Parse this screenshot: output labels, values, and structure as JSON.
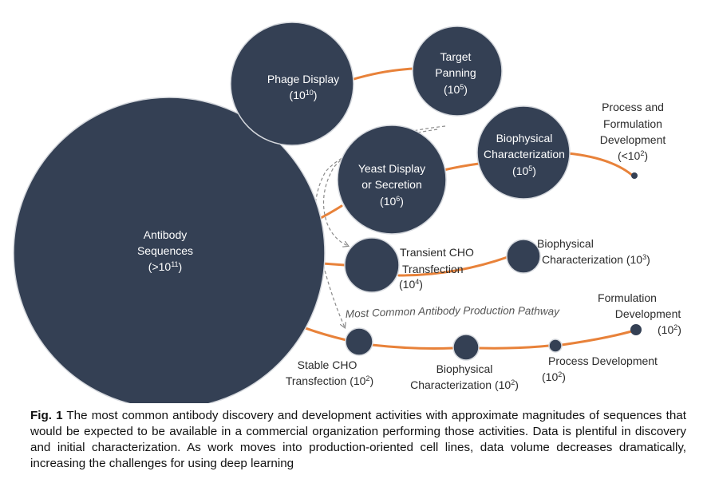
{
  "diagram": {
    "colors": {
      "node": "#344054",
      "link": "#e8823a",
      "text_on_node": "#ffffff",
      "text": "#2b2b2b",
      "dashed": "#8a8a8a"
    },
    "nodes": {
      "antibody": {
        "line1": "Antibody",
        "line2": "Sequences",
        "line3": "(>10",
        "sup": "11",
        "line3_end": ")"
      },
      "phage": {
        "line1": "Phage Display",
        "line2": "(10",
        "sup": "10",
        "line2_end": ")"
      },
      "target": {
        "line1": "Target",
        "line2": "Panning",
        "line3": "(10",
        "sup": "5",
        "line3_end": ")"
      },
      "yeast": {
        "line1": "Yeast Display",
        "line2": "or Secretion",
        "line3": "(10",
        "sup": "6",
        "line3_end": ")"
      },
      "biophys1": {
        "line1": "Biophysical",
        "line2": "Characterization",
        "line3": "(10",
        "sup": "5",
        "line3_end": ")"
      },
      "process_form": {
        "line1": "Process and",
        "line2": "Formulation",
        "line3": "Development",
        "line4": "(<10",
        "sup": "2",
        "line4_end": ")"
      },
      "transient": {
        "line1": "Transient CHO",
        "line2": "Transfection",
        "line3": "(10",
        "sup": "4",
        "line3_end": ")"
      },
      "biophys2": {
        "line1": "Biophysical",
        "line2": "Characterization (10",
        "sup": "3",
        "line2_end": ")"
      },
      "stable": {
        "line1": "Stable CHO",
        "line2": "Transfection (10",
        "sup": "2",
        "line2_end": ")"
      },
      "biophys3": {
        "line1": "Biophysical",
        "line2": "Characterization (10",
        "sup": "2",
        "line2_end": ")"
      },
      "process_dev": {
        "line1": "Process Development",
        "line2": "(10",
        "sup": "2",
        "line2_end": ")"
      },
      "formulation": {
        "line1": "Formulation",
        "line2": "Development",
        "line3": "(10",
        "sup": "2",
        "line3_end": ")"
      }
    },
    "pathway_label": "Most Common Antibody Production Pathway"
  },
  "caption": {
    "fig_label": "Fig. 1",
    "text": " The most common antibody discovery and development activities with approximate magnitudes of sequences that would be expected to be available in a commercial organization performing those activities. Data is plentiful in discovery and initial characterization. As work moves into production-oriented cell lines, data volume decreases dramatically, increasing the challenges for using deep learning"
  }
}
